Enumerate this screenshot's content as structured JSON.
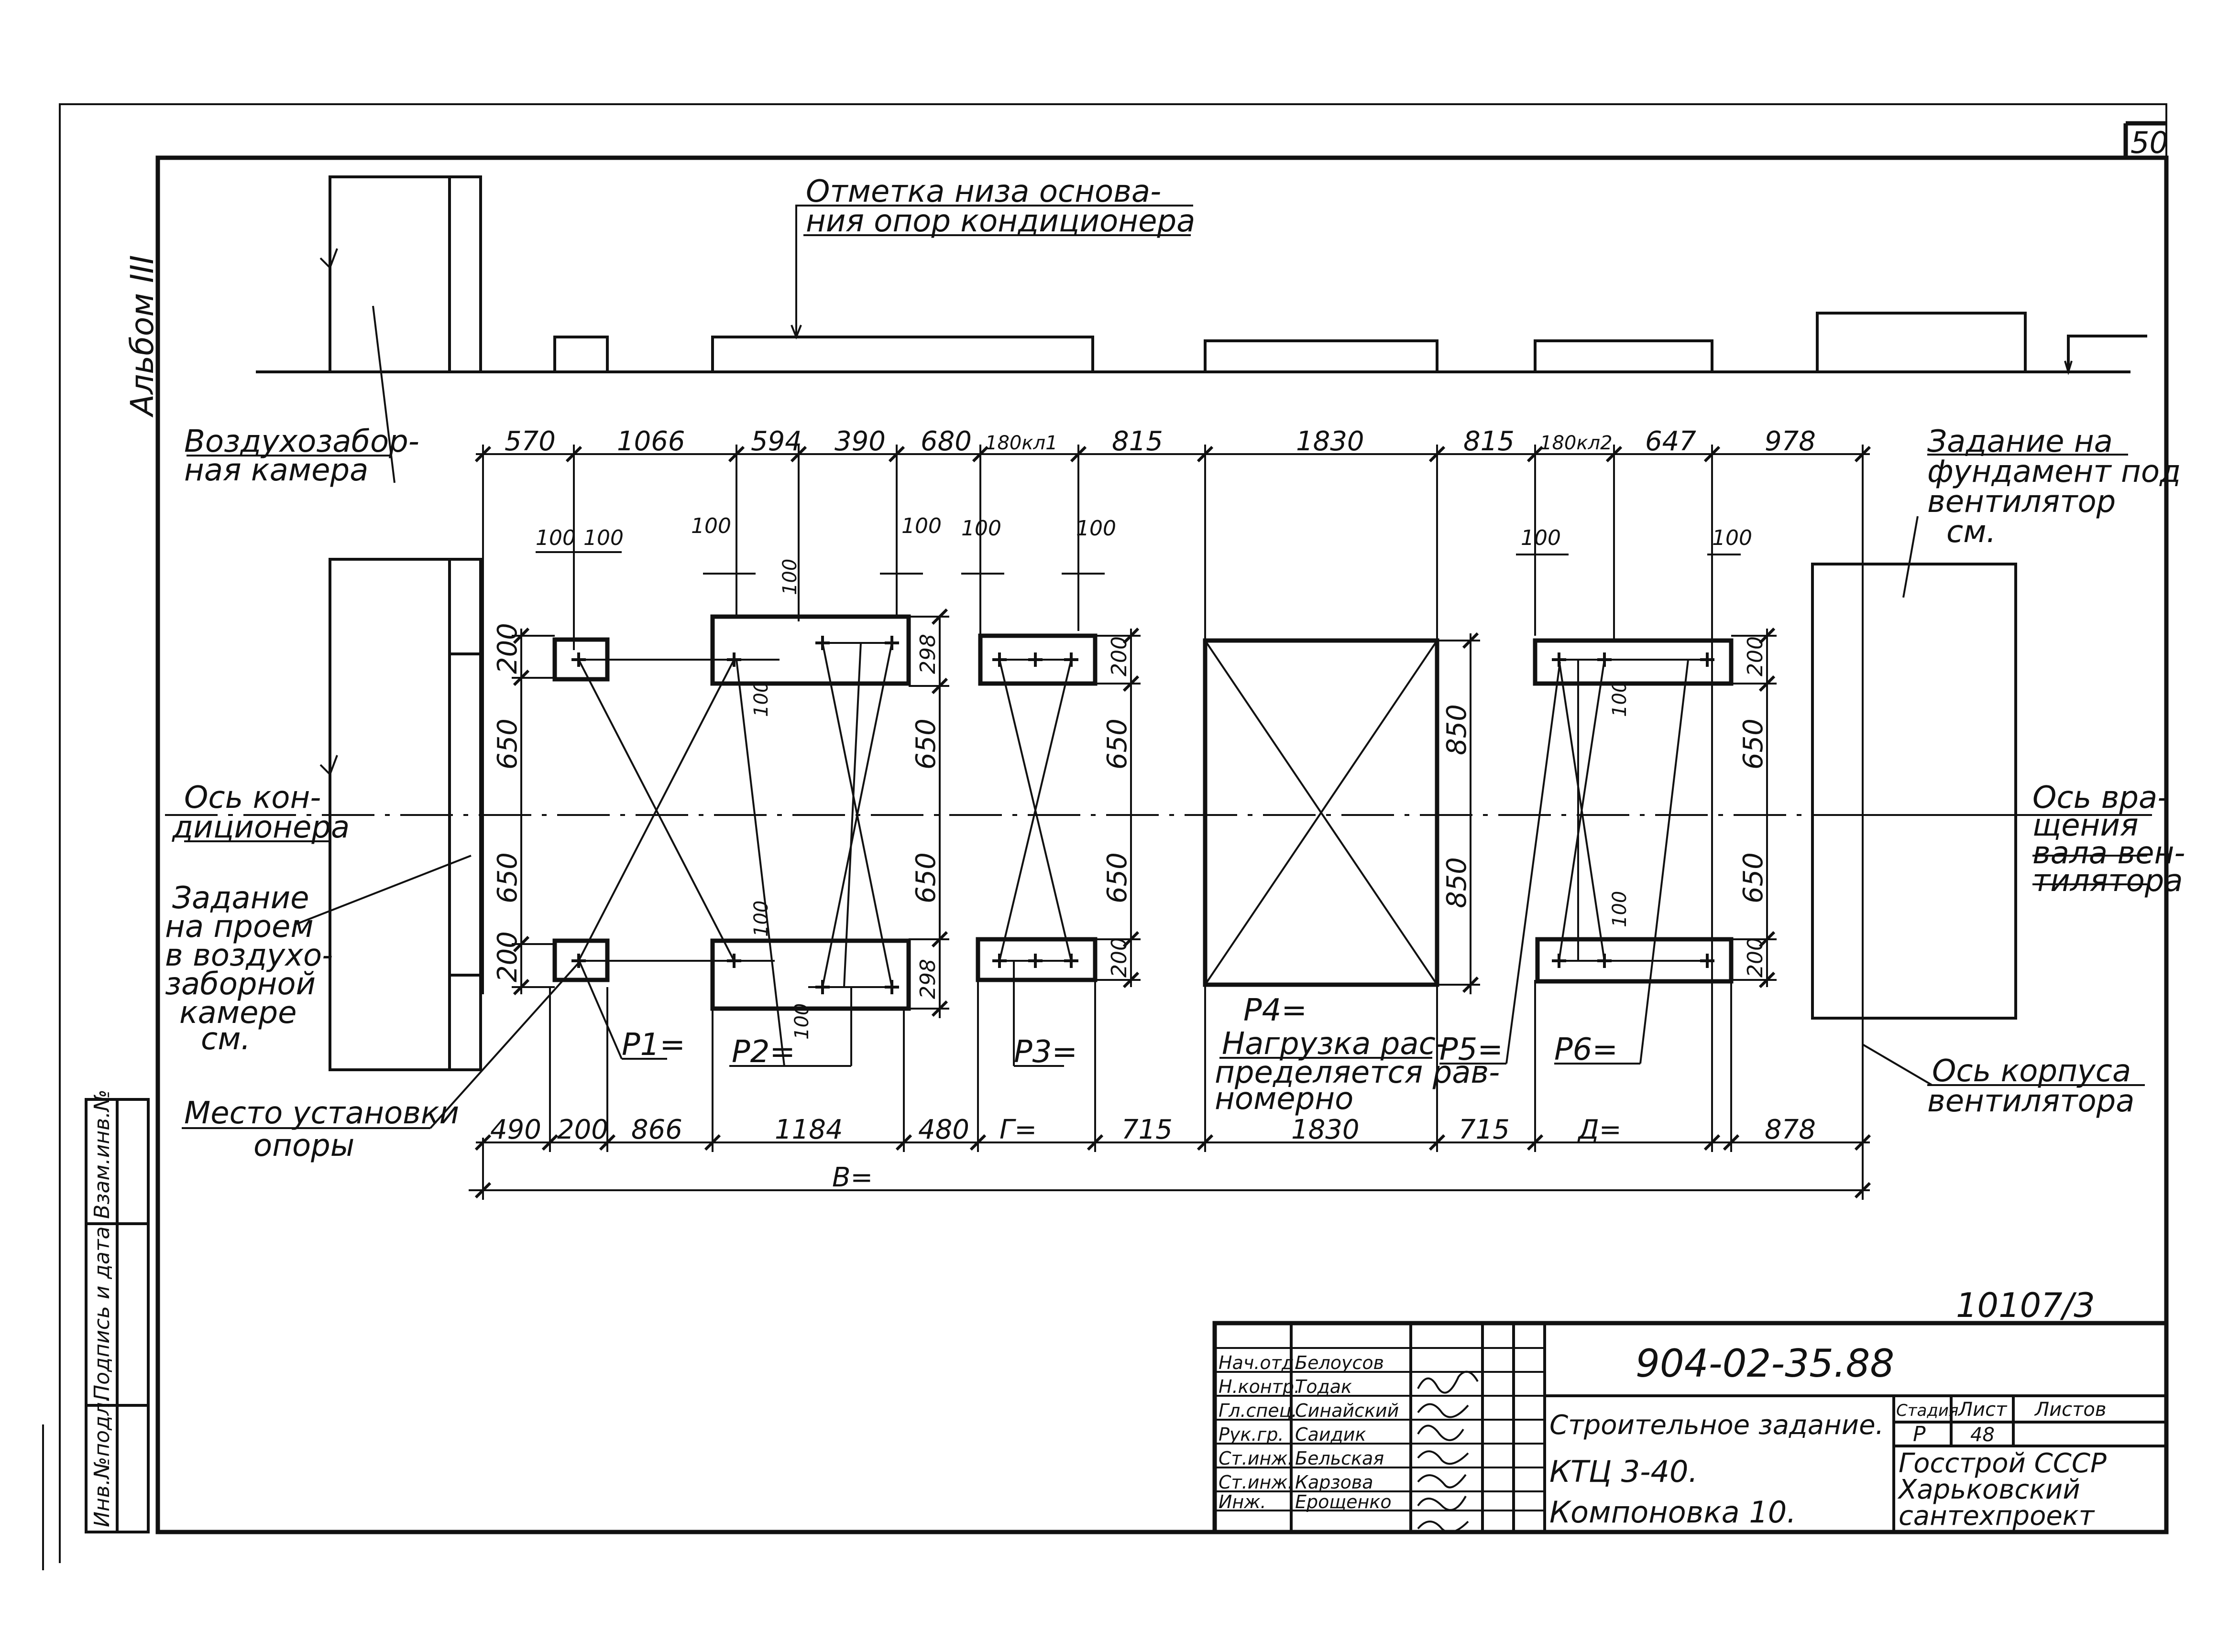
{
  "sheet": {
    "page_number": "50",
    "album": "Альбом III",
    "doc_number": "10107/3",
    "side_strip": [
      "Инв.№подл.",
      "Подпись и дата",
      "Взам.инв.№"
    ]
  },
  "labels": {
    "elevation_note": [
      "Отметка низа основа-",
      "ния опор кондиционера"
    ],
    "air_intake": [
      "Воздухозабор-",
      "ная камера"
    ],
    "fan_foundation": [
      "Задание на",
      "фундамент под",
      "вентилятор",
      "см."
    ],
    "conditioner_axis": [
      "Ось кон-",
      "диционера"
    ],
    "opening_task": [
      "Задание",
      "на проем",
      "в воздухо-",
      "заборной",
      "камере",
      "см."
    ],
    "fan_shaft_axis": [
      "Ось вра-",
      "щения",
      "вала вен-",
      "тилятора"
    ],
    "support_place": [
      "Место установки",
      "опоры"
    ],
    "fan_casing_axis": [
      "Ось корпуса",
      "вентилятора"
    ],
    "p1": "P1=",
    "p2": "P2=",
    "p3": "P3=",
    "p4": "P4=",
    "p4_note": [
      "Нагрузка рас-",
      "пределяется рав-",
      "номерно"
    ],
    "p5": "P5=",
    "p6": "P6="
  },
  "dims": {
    "top": [
      "570",
      "1066",
      "594",
      "390",
      "680",
      "180кл1",
      "815",
      "1830",
      "815",
      "180кл2",
      "647",
      "978"
    ],
    "upper_small": [
      "100",
      "100",
      "100",
      "100",
      "100",
      "100",
      "100",
      "100"
    ],
    "vertical_left": [
      "200",
      "650",
      "650",
      "200"
    ],
    "v_block2": [
      "298",
      "650",
      "650",
      "298"
    ],
    "v_block3": [
      "200",
      "650",
      "650",
      "200"
    ],
    "v_center": [
      "850",
      "850"
    ],
    "v_block5": [
      "200",
      "650",
      "650",
      "200"
    ],
    "inner_100": [
      "100",
      "100",
      "100",
      "100",
      "100",
      "100"
    ],
    "bottom": [
      "490",
      "200",
      "866",
      "1184",
      "480",
      "Г=",
      "715",
      "1830",
      "715",
      "Д=",
      "878"
    ],
    "total": "B="
  },
  "title_block": {
    "code": "904-02-35.88",
    "roles": [
      "Нач.отд.",
      "Н.контр.",
      "Гл.спец.",
      "Рук.гр.",
      "Ст.инж.",
      "Ст.инж.",
      "Инж."
    ],
    "names": [
      "Белоусов",
      "Тодак",
      "Синайский",
      "Саидик",
      "Бельская",
      "Карзова",
      "Ерощенко"
    ],
    "title_lines": [
      "Строительное задание.",
      "КТЦ 3-40.",
      "Компоновка 10."
    ],
    "stage_header": "Стадия",
    "sheet_header": "Лист",
    "sheets_header": "Листов",
    "stage": "Р",
    "sheet": "48",
    "org": [
      "Госстрой СССР",
      "Харьковский",
      "сантехпроект"
    ]
  }
}
